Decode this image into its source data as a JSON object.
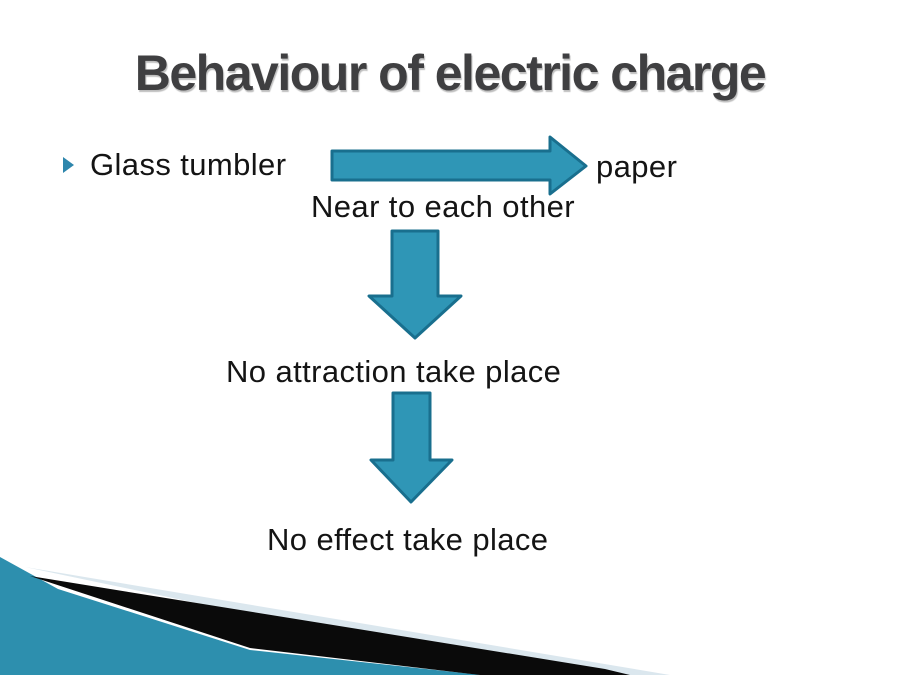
{
  "slide": {
    "title": "Behaviour of electric charge",
    "bullet_item": {
      "pre_arrow_text": "Glass tumbler",
      "post_arrow_text": "paper"
    },
    "caption_between": "Near to each other",
    "result_1": "No attraction take place",
    "result_2": "No effect take place"
  },
  "icons": {
    "bullet": "right-pointing-triangle",
    "flow_arrow_horizontal": "block-arrow-right",
    "flow_arrow_down": "block-arrow-down"
  },
  "colors": {
    "title_text": "#3f3f41",
    "body_text": "#141414",
    "arrow_fill": "#2f96b6",
    "arrow_stroke": "#196f8e",
    "bullet_fill": "#2e86ac",
    "corner_teal": "#2d8fae",
    "corner_black": "#0a0a0a",
    "corner_pale": "#dbe7ee",
    "background": "#ffffff"
  }
}
